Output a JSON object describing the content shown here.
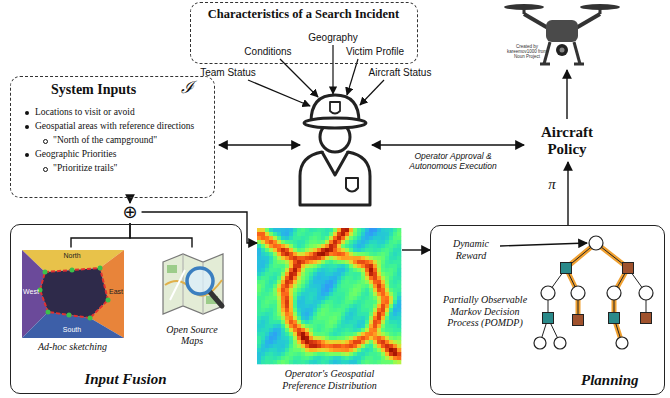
{
  "diagram": {
    "nodes": [
      {
        "text": [
          "Characteristics of a Search Incident"
        ]
      },
      {
        "text": [
          "System Inputs",
          "ℐ",
          "Locations to visit or avoid",
          "Geospatial areas with reference directions",
          "\"North of the campground\"",
          "Geographic Priorities",
          "\"Prioritize trails\""
        ]
      },
      {
        "text": [
          "Aircraft Policy"
        ]
      },
      {
        "text": [
          "Input Fusion"
        ]
      },
      {
        "text": [
          "⊕"
        ]
      },
      {
        "text": [
          "Ad-hoc sketching"
        ],
        "in": 3
      },
      {
        "text": [
          "Open Source Maps"
        ],
        "in": 3
      },
      {
        "text": [
          "Operator's Geospatial Preference Distribution"
        ]
      },
      {
        "text": [
          "Planning",
          "Dynamic Reward",
          "Partially Observable Markov Decision Process (POMDP)"
        ]
      }
    ],
    "edges": [
      {
        "from": 1,
        "to": 4,
        "arrow": "to"
      },
      {
        "from": 5,
        "to": 4,
        "arrow": "none"
      },
      {
        "from": 6,
        "to": 4,
        "arrow": "none"
      },
      {
        "from": 4,
        "to": 7,
        "arrow": "to"
      },
      {
        "from": 7,
        "to": 8,
        "arrow": "to"
      },
      {
        "from": 8,
        "to": 2,
        "arrow": "to"
      }
    ],
    "labels": [
      "Geography",
      "Conditions",
      "Victim Profile",
      "Team Status",
      "Aircraft Status",
      "Operator Approval & Autonomous Execution",
      "π",
      "Created by kareemov1000 from Noun Project",
      "North",
      "West",
      "East",
      "South"
    ]
  }
}
